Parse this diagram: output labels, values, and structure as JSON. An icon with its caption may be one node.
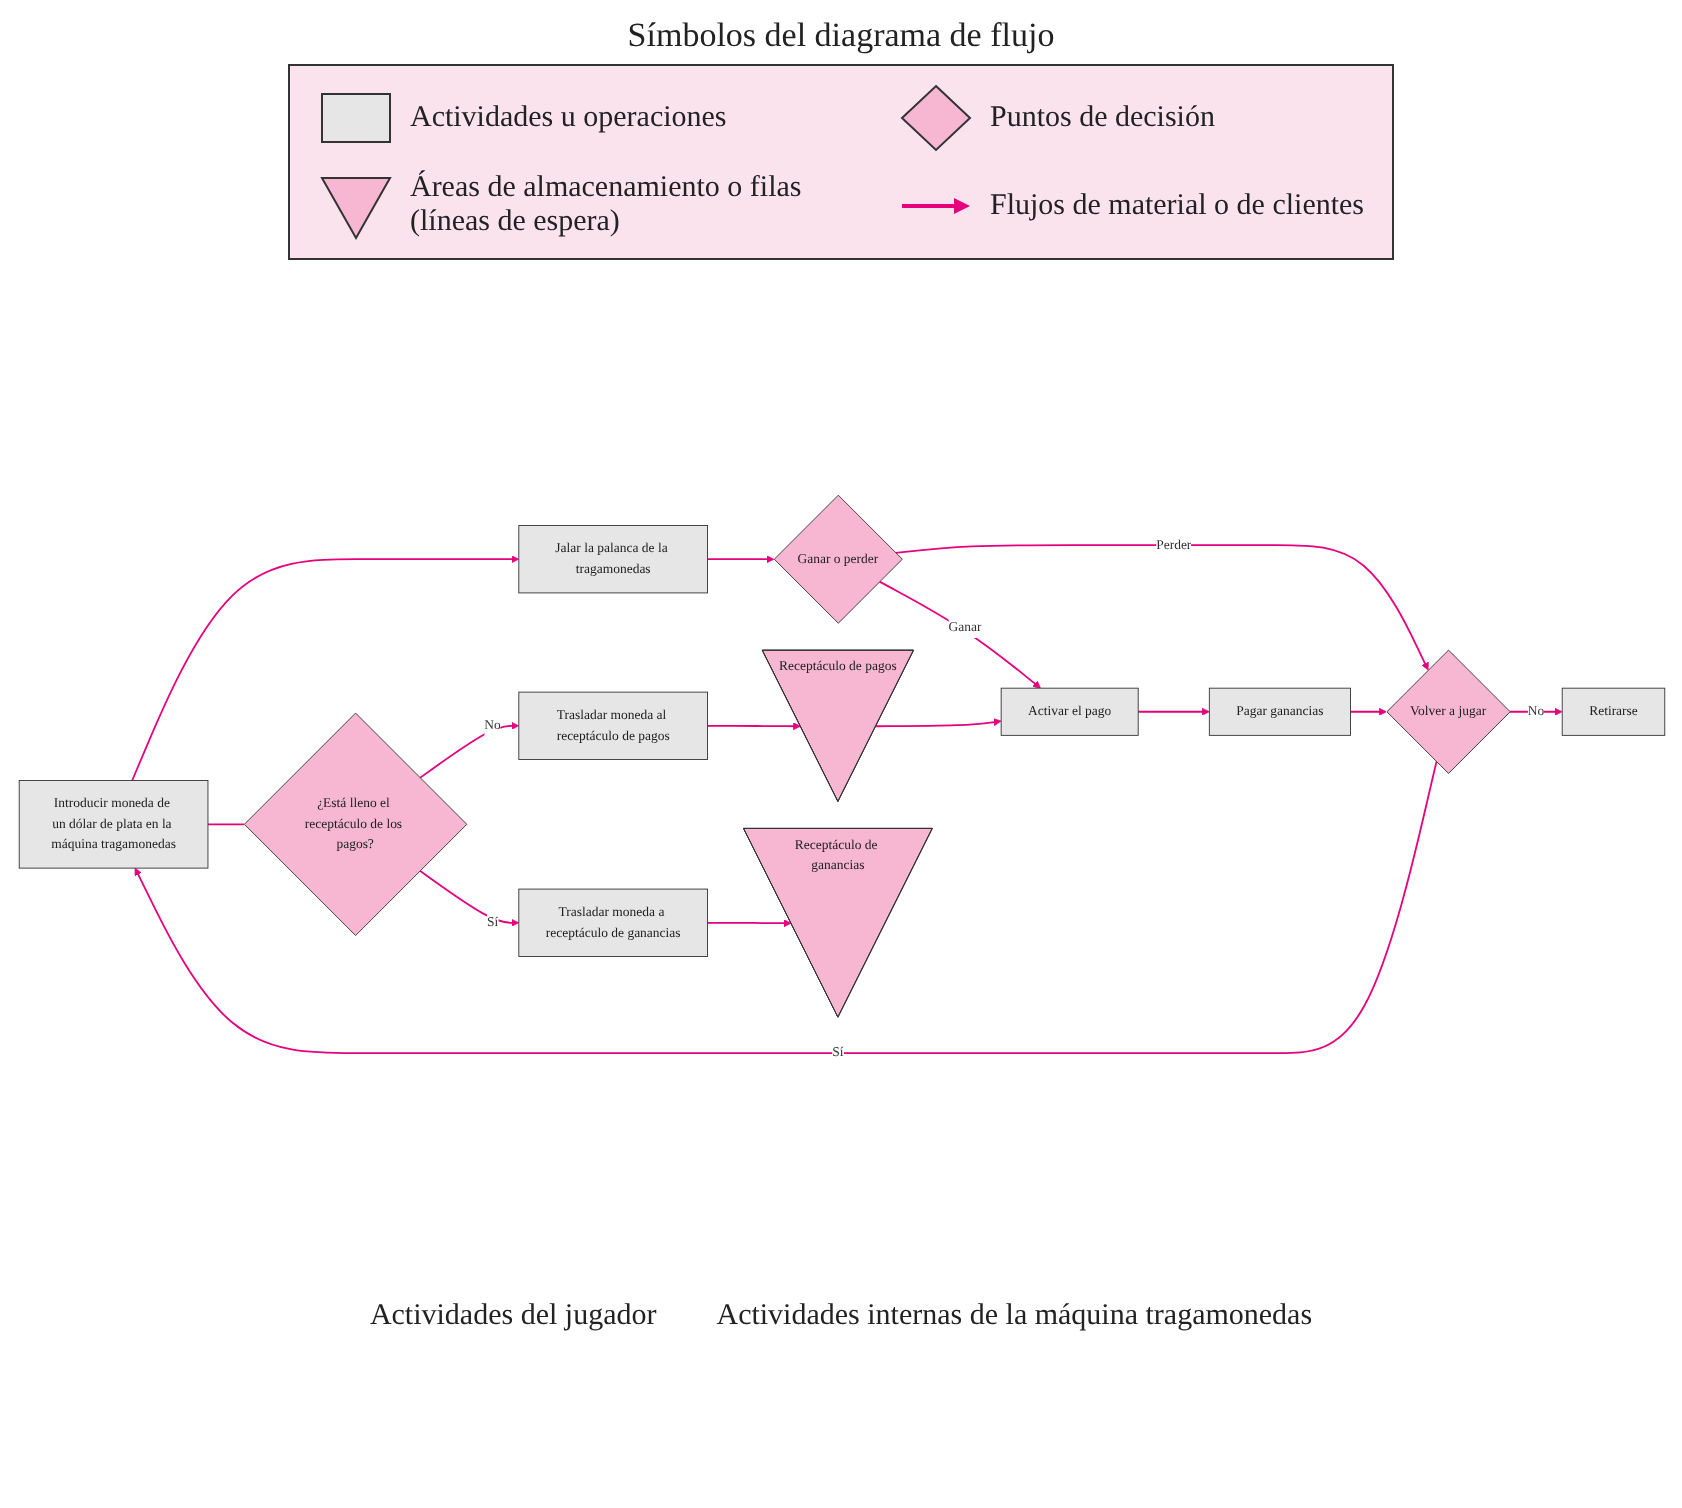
{
  "diagram": {
    "title": "Símbolos del diagrama de flujo",
    "nodes": [
      {
        "text": [
          "Introducir moneda de un dólar de plata en la máquina tragamonedas"
        ]
      },
      {
        "text": [
          "Jalar la palanca de la tragamonedas"
        ]
      },
      {
        "text": [
          "Ganar o perder"
        ]
      },
      {
        "text": [
          "Volver a jugar"
        ]
      },
      {
        "text": [
          "Retirarse"
        ]
      },
      {
        "text": [
          "Activar el pago"
        ]
      },
      {
        "text": [
          "Pagar ganancias"
        ]
      },
      {
        "text": [
          "Receptáculo de pagos"
        ]
      },
      {
        "text": [
          "¿Está lleno el receptáculo de los pagos?"
        ]
      },
      {
        "text": [
          "Trasladar moneda al receptáculo de pagos"
        ]
      },
      {
        "text": [
          "Trasladar moneda a receptáculo de ganancias"
        ]
      },
      {
        "text": [
          "Receptáculo de ganancias"
        ]
      }
    ],
    "edges": [
      {
        "from": 0,
        "to": 1,
        "arrow": "to"
      },
      {
        "from": 1,
        "to": 2,
        "arrow": "to"
      },
      {
        "from": 2,
        "to": 3,
        "arrow": "to",
        "label": "Perder"
      },
      {
        "from": 3,
        "to": 4,
        "arrow": "to",
        "label": "No"
      },
      {
        "from": 3,
        "to": 0,
        "arrow": "to",
        "label": "Sí"
      },
      {
        "from": 2,
        "to": 5,
        "arrow": "to",
        "label": "Ganar"
      },
      {
        "from": 5,
        "to": 6,
        "arrow": "to"
      },
      {
        "from": 6,
        "to": 3,
        "arrow": "to"
      },
      {
        "from": 7,
        "to": 5,
        "arrow": "to"
      },
      {
        "from": 0,
        "to": 8,
        "arrow": "none"
      },
      {
        "from": 8,
        "to": 9,
        "arrow": "to",
        "label": "No"
      },
      {
        "from": 9,
        "to": 7,
        "arrow": "to"
      },
      {
        "from": 8,
        "to": 10,
        "arrow": "to",
        "label": "Sí"
      },
      {
        "from": 10,
        "to": 11,
        "arrow": "to"
      }
    ],
    "labels": [
      "Actividades del jugador",
      "Actividades internas de la máquina tragamonedas"
    ],
    "legend": [
      {
        "text": "Actividades u operaciones"
      },
      {
        "text": "Puntos de decisión"
      },
      {
        "text": "Áreas de almacenamiento o filas (líneas de espera)"
      },
      {
        "text": "Flujos de material o de clientes"
      }
    ]
  }
}
